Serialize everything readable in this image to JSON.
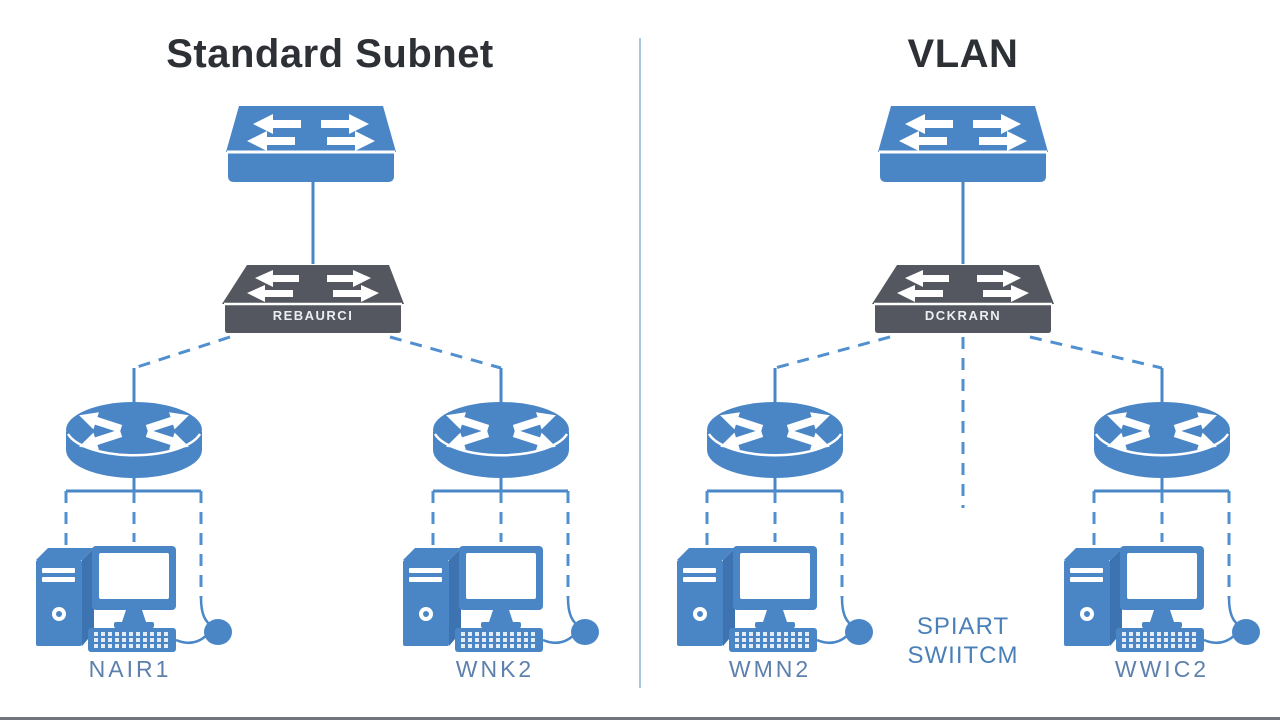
{
  "colors": {
    "device_blue": "#4a86c6",
    "device_blue_dark": "#3c73b0",
    "device_gray": "#54575f",
    "line_blue": "#4a87c7",
    "dashed_blue": "#5090d0",
    "divider_blue": "#aac7e3",
    "title_text": "#2d3136",
    "label_text": "#5d80ad",
    "switch_label_text": "#eceef2",
    "annotation_text": "#4a80b8"
  },
  "icons": {
    "core_switch": "switch-icon",
    "distribution_switch": "router-switch-icon",
    "router": "router-icon",
    "workstation": "computer-icon"
  },
  "left_panel": {
    "title": "Standard Subnet",
    "distribution_switch_label": "REBAURCI",
    "workgroups": [
      {
        "label": "NAIR1"
      },
      {
        "label": "WNK2"
      }
    ]
  },
  "right_panel": {
    "title": "VLAN",
    "distribution_switch_label": "DCKRARN",
    "annotation_line1": "SPIART",
    "annotation_line2": "SWIITCM",
    "workgroups": [
      {
        "label": "WMN2"
      },
      {
        "label": "WWIC2"
      }
    ]
  }
}
